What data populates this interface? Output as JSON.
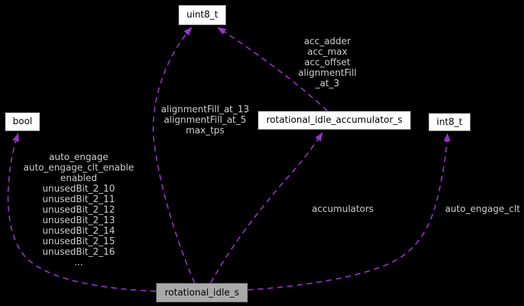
{
  "nodes": {
    "uint8": {
      "label": "uint8_t"
    },
    "bool": {
      "label": "bool"
    },
    "accumulator": {
      "label": "rotational_idle_accumulator_s"
    },
    "int8": {
      "label": "int8_t"
    },
    "main": {
      "label": "rotational_idle_s"
    }
  },
  "edge_labels": {
    "main_to_uint8": "alignmentFill_at_13\nalignmentFill_at_5\nmax_tps",
    "accumulator_to_uint8": "acc_adder\nacc_max\nacc_offset\nalignmentFill\n_at_3",
    "main_to_bool": "auto_engage\nauto_engage_clt_enable\nenabled\nunusedBit_2_10\nunusedBit_2_11\nunusedBit_2_12\nunusedBit_2_13\nunusedBit_2_14\nunusedBit_2_15\nunusedBit_2_16\n...",
    "main_to_accumulator": "accumulators",
    "main_to_int8": "auto_engage_clt"
  },
  "colors": {
    "background": "#000000",
    "edge": "#9a32cd",
    "edge_label_text": "#cfcfcf",
    "node_fill": "#ffffff",
    "node_border": "#6e6e6e",
    "node_text": "#000000",
    "current_node_fill": "#a9a9a9",
    "current_node_border": "#4a4a4a"
  }
}
